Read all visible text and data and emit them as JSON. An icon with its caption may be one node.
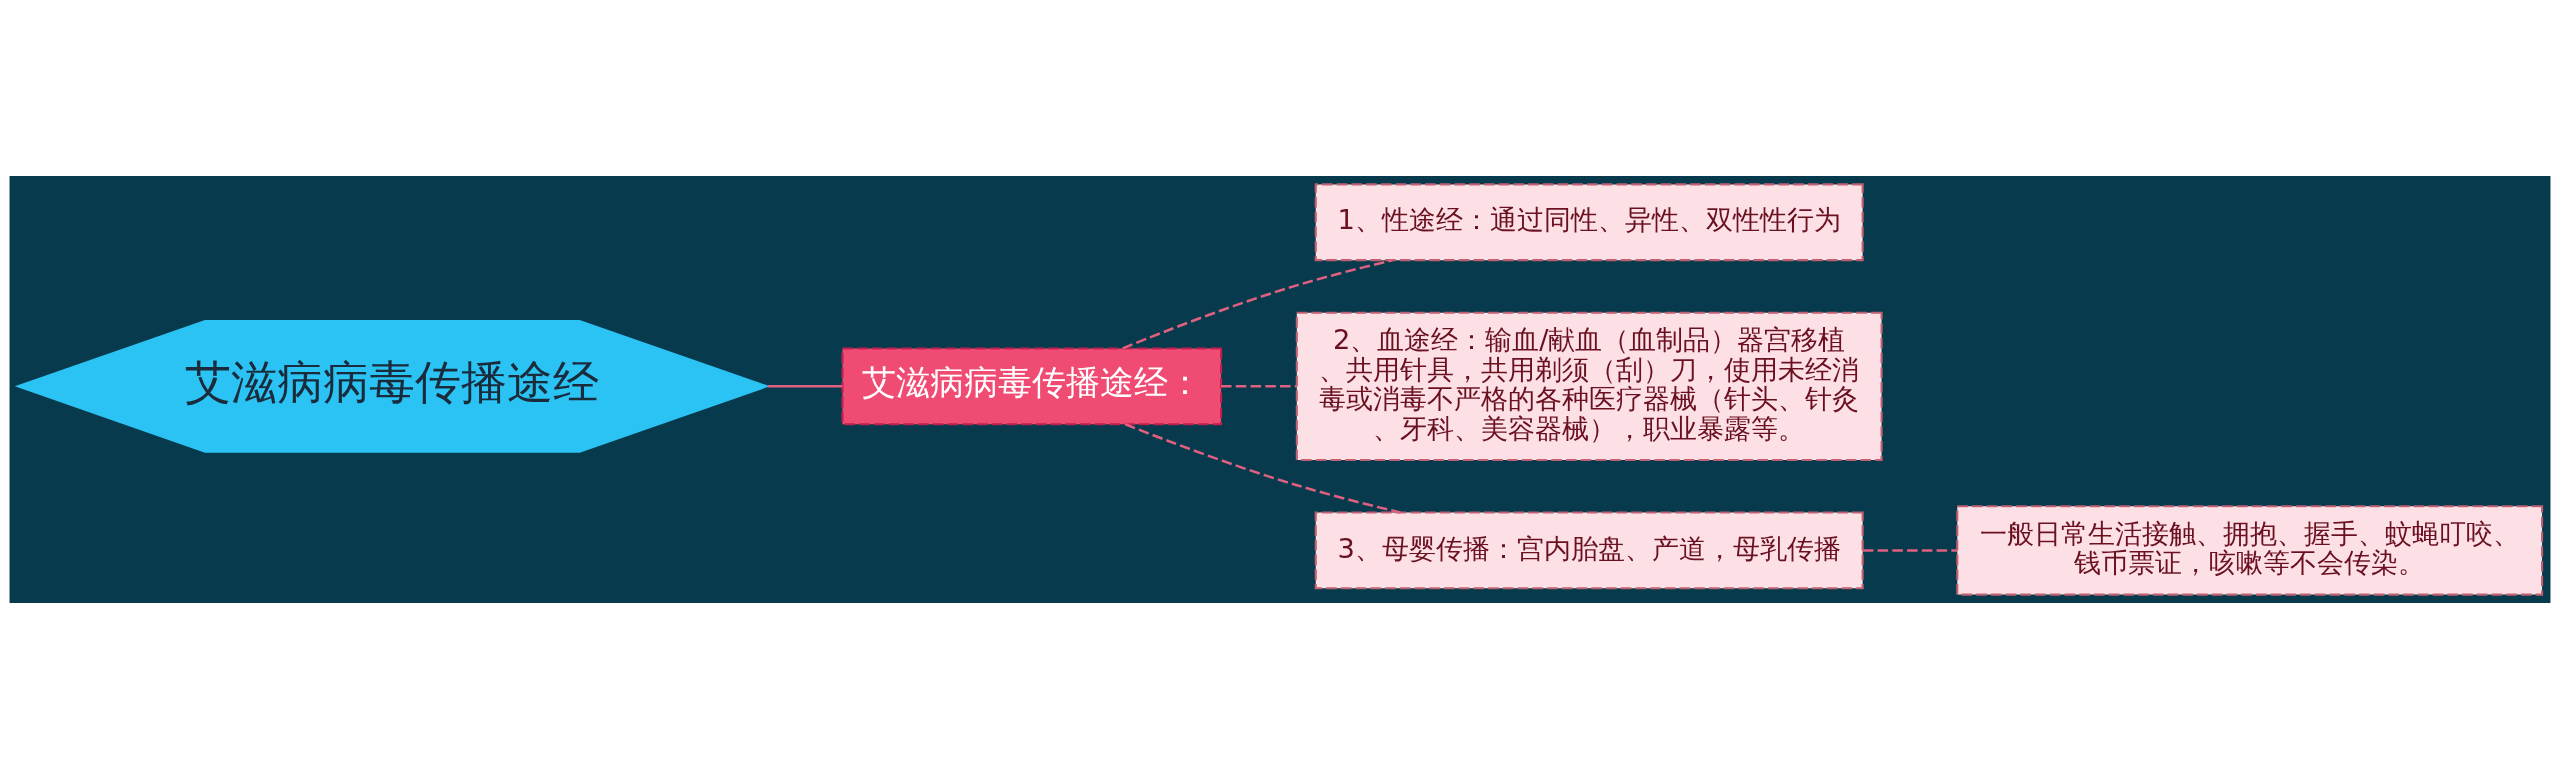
{
  "diagram": {
    "nodes": [
      {
        "text": [
          "艾滋病病毒传播途经"
        ]
      },
      {
        "text": [
          "艾滋病病毒传播途经："
        ]
      },
      {
        "text": [
          "1、性途经：通过同性、异性、双性性行为"
        ]
      },
      {
        "text": [
          "2、血途经：输血/献血（血制品）器宫移植、共用针具，共用剃须（刮）刀，使用未经消毒或消毒不严格的各种医疗器械（针头、针灸、牙科、美容器械），职业暴露等。"
        ]
      },
      {
        "text": [
          "3、母婴传播：宫内胎盘、产道，母乳传播"
        ]
      },
      {
        "text": [
          "一般日常生活接触、拥抱、握手、蚊蝇叮咬、钱币票证，咳嗽等不会传染。"
        ]
      }
    ],
    "edges": [
      {
        "from": 0,
        "to": 1,
        "arrow": "none"
      },
      {
        "from": 1,
        "to": 2,
        "arrow": "none",
        "style": "dashed"
      },
      {
        "from": 1,
        "to": 3,
        "arrow": "none",
        "style": "dashed"
      },
      {
        "from": 1,
        "to": 4,
        "arrow": "none",
        "style": "dashed"
      },
      {
        "from": 4,
        "to": 5,
        "arrow": "none",
        "style": "dashed"
      }
    ]
  }
}
